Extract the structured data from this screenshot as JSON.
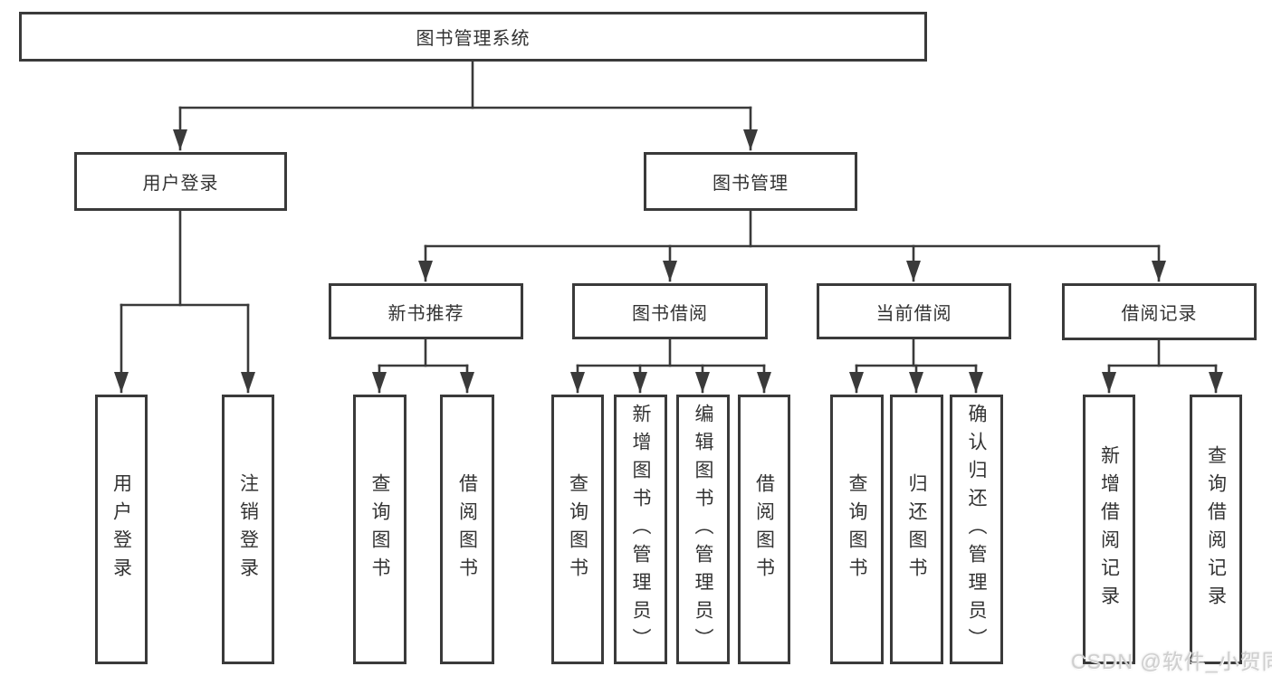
{
  "nodes": {
    "root": "图书管理系统",
    "user_login": "用户登录",
    "book_management": "图书管理",
    "new_book_recommend": "新书推荐",
    "book_borrow": "图书借阅",
    "current_borrow": "当前借阅",
    "borrow_records": "借阅记录",
    "leaves": [
      "用户登录",
      "注销登录",
      "查询图书",
      "借阅图书",
      "查询图书",
      "新增图书（管理员）",
      "编辑图书（管理员）",
      "借阅图书",
      "查询图书",
      "归还图书",
      "确认归还（管理员）",
      "新增借阅记录",
      "查询借阅记录"
    ]
  },
  "watermark": "CSDN @软件_小贺同学",
  "colors": {
    "line": "#3a3a3a",
    "text": "#333333",
    "background": "#ffffff",
    "watermark": "#cfcfcf"
  }
}
